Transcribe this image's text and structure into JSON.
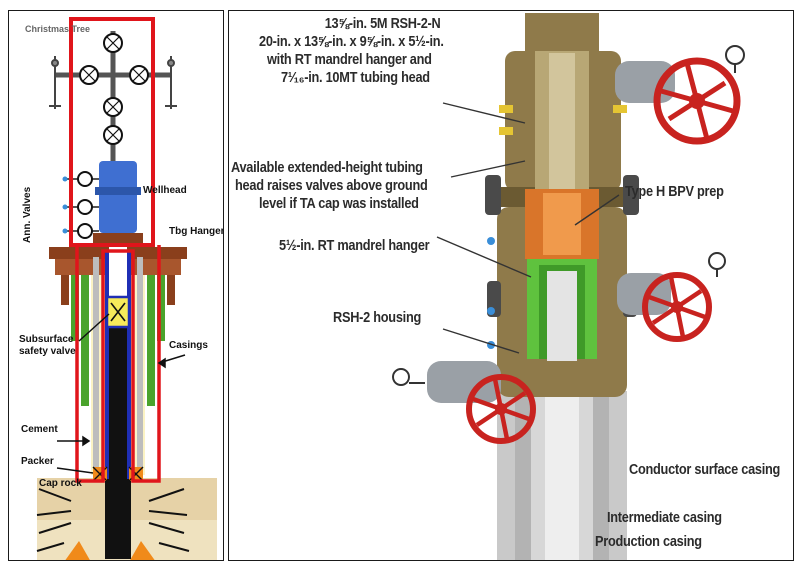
{
  "left_diagram": {
    "labels": {
      "christmas_tree": "Christmas Tree",
      "wellhead": "Wellhead",
      "ann_valves": "Ann. Valves",
      "tbg_hanger": "Tbg Hanger",
      "subsurface_line1": "Subsurface",
      "subsurface_line2": "safety valve",
      "casings": "Casings",
      "cement": "Cement",
      "packer": "Packer",
      "cap_rock": "Cap rock"
    },
    "colors": {
      "highlight": "#e0151b",
      "tubing": "#1f2fb5",
      "wellhead_body": "#3f6fd1",
      "casing_head": "#8a3f1c",
      "casing_green": "#4aa32c",
      "cement_fill": "#fbf3c4",
      "cap_rock": "#e6d2a7",
      "packer_orange": "#f08a1a",
      "safety_valve": "#f7ea5a"
    }
  },
  "right_diagram": {
    "labels": {
      "title_line1": "13⅝-in. 5M RSH-2-N",
      "title_line2": "20-in. x 13⅝-in. x 9⅝-in. x 5½-in.",
      "title_line3": "with RT mandrel hanger and",
      "title_line4": "7¹⁄₁₆-in. 10MT tubing head",
      "tubing_head_line1": "Available extended-height tubing",
      "tubing_head_line2": "head raises valves above ground",
      "tubing_head_line3": "level if TA cap was installed",
      "bpv": "Type H BPV prep",
      "mandrel_hanger": "5½-in. RT mandrel hanger",
      "housing": "RSH-2 housing",
      "conductor": "Conductor surface casing",
      "intermediate": "Intermediate casing",
      "production": "Production casing"
    },
    "colors": {
      "body": "#8f7a4a",
      "body_dark": "#6b5a32",
      "hanger_orange": "#d9752a",
      "hanger_green": "#5fc23e",
      "casing_gray": "#b9b9b9",
      "valve_red": "#c8231f",
      "valve_gray": "#9aa0a6"
    }
  }
}
